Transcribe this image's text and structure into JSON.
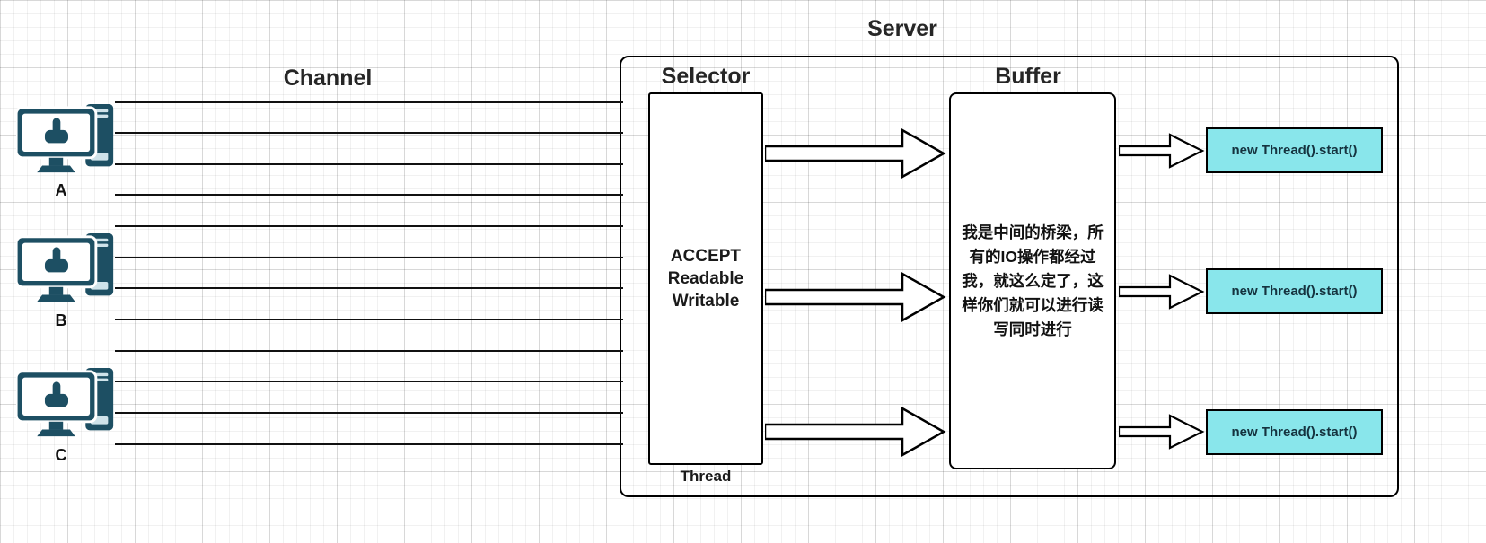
{
  "titles": {
    "server": "Server",
    "channel": "Channel",
    "selector": "Selector",
    "buffer": "Buffer"
  },
  "selector": {
    "lines": [
      "ACCEPT",
      "Readable",
      "Writable"
    ],
    "footer_label": "Thread"
  },
  "buffer": {
    "text": "我是中间的桥梁，所有的IO操作都经过我，就这么定了，这样你们就可以进行读写同时进行"
  },
  "clients": [
    {
      "label": "A"
    },
    {
      "label": "B"
    },
    {
      "label": "C"
    }
  ],
  "thread_boxes": [
    {
      "label": "new Thread().start()"
    },
    {
      "label": "new Thread().start()"
    },
    {
      "label": "new Thread().start()"
    }
  ],
  "colors": {
    "thread_box_bg": "#89e6eb",
    "icon_color": "#1d4f63",
    "border": "#000000"
  }
}
